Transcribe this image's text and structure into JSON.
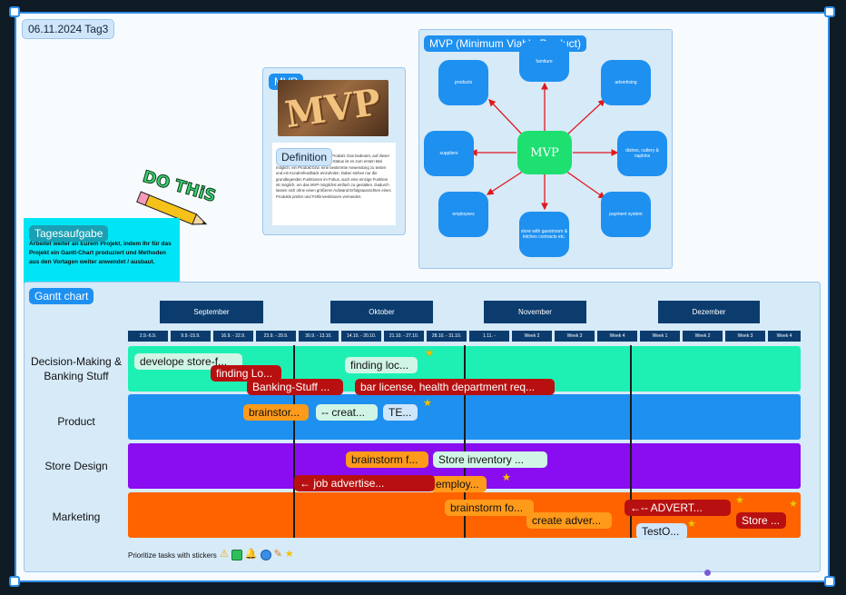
{
  "frame_title": "06.11.2024 Tag3",
  "mvp_card": {
    "tag": "MVP",
    "image_text": "MVP",
    "definition_tag": "Definition",
    "definition_text": "...t, mit MVP abgekürzt, steht ... Produkt. Das bedeutet, auf dieser Entwicklungsstufe mit dem MVP-Status ist es zum ersten Mal möglich, ein Produkt bzw. eine bestimmte Anwendung zu testen und ein Kundenfeedback einzuholen. Dabei stehen nur die grundlegenden Funktionen im Fokus, auch eine einzige Funktion ist möglich, um das MVP möglichst einfach zu gestalten. Dadurch lassen sich ohne einen größeren Aufwand Erfolgsaussichten eines Produkts prüfen und Fehlinvestitionen vermeiden."
  },
  "sticker": {
    "text": "DO THiS"
  },
  "mvp_diagram": {
    "title": "MVP (Minimum Viable Product)",
    "center": "MVP",
    "nodes": {
      "top": "furniture",
      "top_left": "products",
      "top_right": "advertising",
      "left": "suppliers",
      "right": "dishes, cutlery & napkins",
      "bottom_left": "employees",
      "bottom": "store with guestroom & kitchen contracts etc.",
      "bottom_right": "payment system"
    },
    "arrow_color": "#e0181c"
  },
  "task_note": {
    "tag": "Tagesaufgabe",
    "text": "Arbeitet weiter an Eurem Projekt, indem Ihr für das Projekt ein Gantt-Chart produziert und Methoden aus den Vortagen weiter anwendet / ausbaut."
  },
  "gantt": {
    "title": "Gantt chart",
    "months": [
      "September",
      "Oktober",
      "November",
      "Dezember"
    ],
    "weeks": [
      "2.9.-6.9.",
      "9.9.-15.9.",
      "16.9. - 22.9.",
      "23.9. - 29.9.",
      "30.9. - 13.10.",
      "14.10. - 20.10.",
      "21.10. - 27.10.",
      "28.10. - 31.10.",
      "1.11. -",
      "Week 2",
      "Week 3",
      "Week 4",
      "Week 1",
      "Week 2",
      "Week 3",
      "Week 4"
    ],
    "rows": [
      {
        "label": "Decision-Making & Banking Stuff",
        "color": "#1ef0b4"
      },
      {
        "label": "Product",
        "color": "#1e90f0"
      },
      {
        "label": "Store Design",
        "color": "#8a0cf0"
      },
      {
        "label": "Marketing",
        "color": "#ff6300"
      }
    ],
    "tasks": {
      "develope_store": "develope store-f...",
      "finding_lo": "finding Lo...",
      "finding_loc": "finding loc...",
      "banking_stuff": "Banking-Stuff ...",
      "bar_license": "bar license, health department req...",
      "brainstor": "brainstor...",
      "create": "--  creat...",
      "te": "TE...",
      "brainstorm_f": "brainstorm f...",
      "store_inventory": "Store inventory       ...",
      "job_advertise": "←          job advertise...",
      "employ": "employ...",
      "brainstorm_fo": "brainstorm fo...",
      "create_adver": "create adver...",
      "advert": "←--     ADVERT...",
      "testo": "TestO...",
      "store": "Store ..."
    },
    "footer": "Prioritize tasks with stickers",
    "footer_icons": [
      "warning-icon",
      "check-icon",
      "bell-icon",
      "globe-icon",
      "pencil-icon",
      "star-icon"
    ]
  }
}
